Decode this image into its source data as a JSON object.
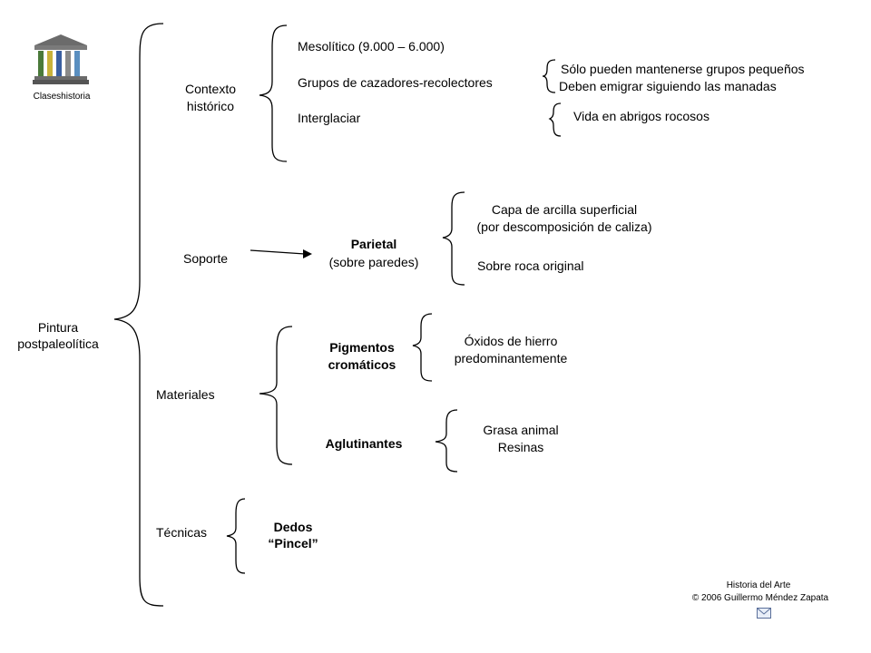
{
  "brand": {
    "name": "Claseshistoria"
  },
  "root": {
    "label_line1": "Pintura",
    "label_line2": "postpaleolítica"
  },
  "contexto": {
    "label_line1": "Contexto",
    "label_line2": "histórico",
    "items": [
      "Mesolítico (9.000 – 6.000)",
      "Grupos de cazadores-recolectores",
      "Interglaciar"
    ],
    "grupos_details": [
      "Sólo pueden mantenerse grupos pequeños",
      "Deben emigrar siguiendo las manadas"
    ],
    "interglaciar_detail": "Vida en abrigos rocosos"
  },
  "soporte": {
    "label": "Soporte",
    "parietal_line1": "Parietal",
    "parietal_line2": "(sobre paredes)",
    "option1_line1": "Capa de arcilla superficial",
    "option1_line2": "(por descomposición de caliza)",
    "option2": "Sobre roca original"
  },
  "materiales": {
    "label": "Materiales",
    "pigmentos_line1": "Pigmentos",
    "pigmentos_line2": "cromáticos",
    "pigmentos_detail_line1": "Óxidos de hierro",
    "pigmentos_detail_line2": "predominantemente",
    "aglutinantes": "Aglutinantes",
    "aglutinantes_detail_line1": "Grasa animal",
    "aglutinantes_detail_line2": "Resinas"
  },
  "tecnicas": {
    "label": "Técnicas",
    "item1": "Dedos",
    "item2": "“Pincel”"
  },
  "footer": {
    "line1": "Historia del Arte",
    "line2": "© 2006 Guillermo Méndez Zapata",
    "mail_icon": "mail-icon"
  }
}
